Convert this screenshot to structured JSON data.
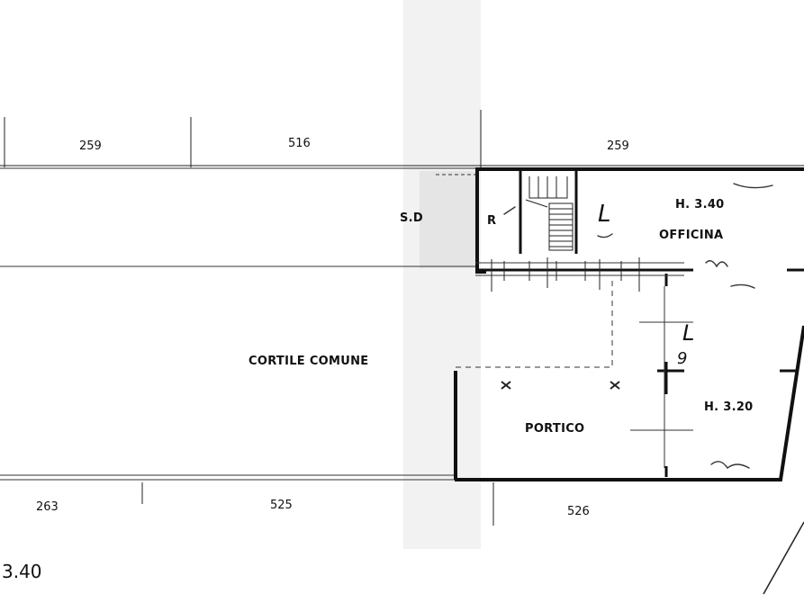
{
  "dimensions": {
    "top_left": "259",
    "top_middle": "516",
    "top_right": "259",
    "bottom_left": "263",
    "bottom_middle": "525",
    "bottom_right": "526"
  },
  "rooms": {
    "cortile": "CORTILE COMUNE",
    "portico": "PORTICO",
    "officina": "OFFICINA",
    "ripostiglio": "R",
    "sd": "S.D"
  },
  "heights": {
    "officina": "H. 3.40",
    "portico": "H. 3.20",
    "floor_height": "3.40"
  },
  "handwritten": {
    "note_a": "L",
    "note_b": "L",
    "note_c": "9"
  },
  "colors": {
    "wall": "#111111",
    "line": "#222222",
    "scan_band": "#ececec"
  }
}
